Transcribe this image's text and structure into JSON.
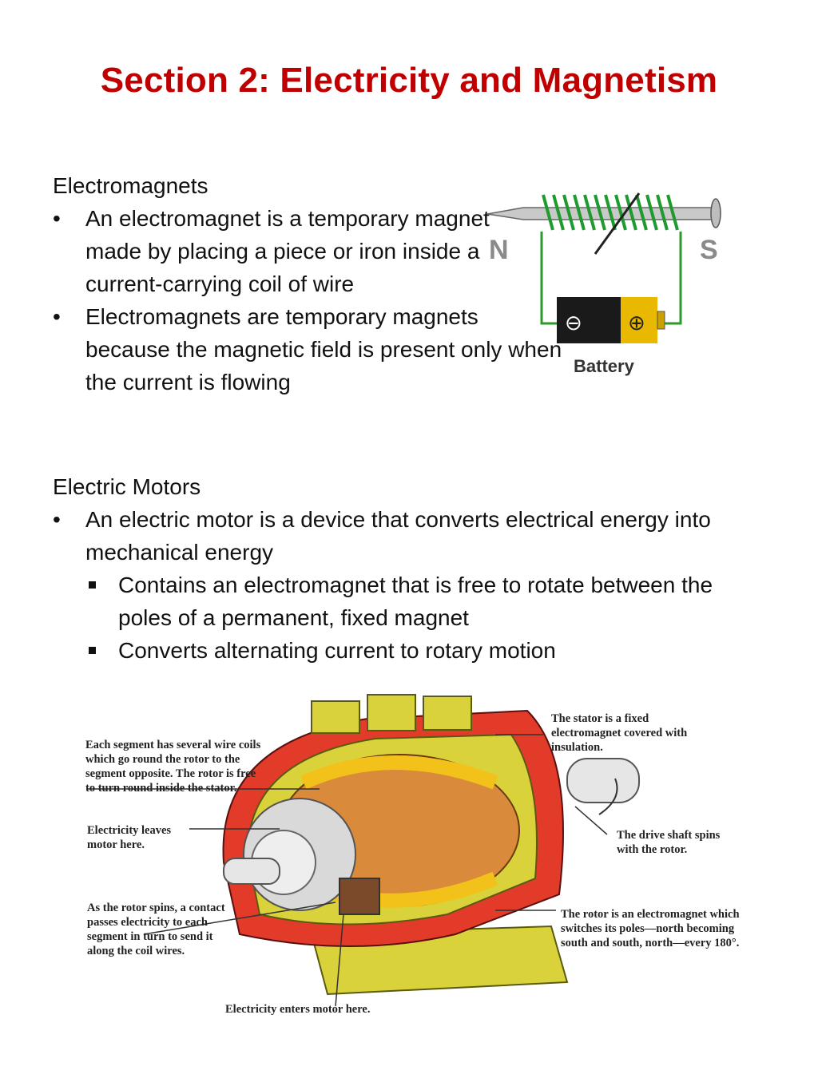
{
  "title": "Section 2: Electricity and Magnetism",
  "electromagnets": {
    "heading": "Electromagnets",
    "bullets": [
      "An electromagnet is a temporary magnet made by placing a piece or iron inside a current-carrying coil of wire",
      "Electromagnets are temporary magnets  because the magnetic field is present only when the current is flowing"
    ],
    "diagram": {
      "pole_north": "N",
      "pole_south": "S",
      "battery_label": "Battery",
      "terminal_minus": "⊖",
      "terminal_plus": "⊕",
      "colors": {
        "wire": "#2a9a2a",
        "coil": "#1f9a2f",
        "battery_black": "#1a1a1a",
        "battery_gold": "#e9b800",
        "pole_letters": "#8a8a8a"
      }
    }
  },
  "motors": {
    "heading": "Electric Motors",
    "bullet": "An electric motor is a device that converts electrical energy into mechanical energy",
    "sub_bullets": [
      "Contains an electromagnet that is free to rotate between the poles of a permanent, fixed magnet",
      "Converts alternating current to rotary motion"
    ],
    "diagram_callouts": {
      "segment": "Each segment has several wire coils which go round the rotor to the segment opposite. The rotor is free to turn round inside the stator.",
      "leaves": "Electricity leaves motor here.",
      "spins": "As the rotor spins, a contact passes electricity to each segment in turn to send it along the coil wires.",
      "stator": "The stator is a fixed electromagnet covered with insulation.",
      "shaft": "The drive shaft spins with the rotor.",
      "rotor": "The rotor is an electromagnet which switches its poles—north becoming south and south, north—every 180°.",
      "enters": "Electricity enters motor here."
    },
    "colors": {
      "casing": "#e23b2a",
      "body": "#d9d23a",
      "coil": "#f2c21a",
      "rotor": "#d98a3a"
    }
  },
  "colors": {
    "title": "#c00000"
  }
}
